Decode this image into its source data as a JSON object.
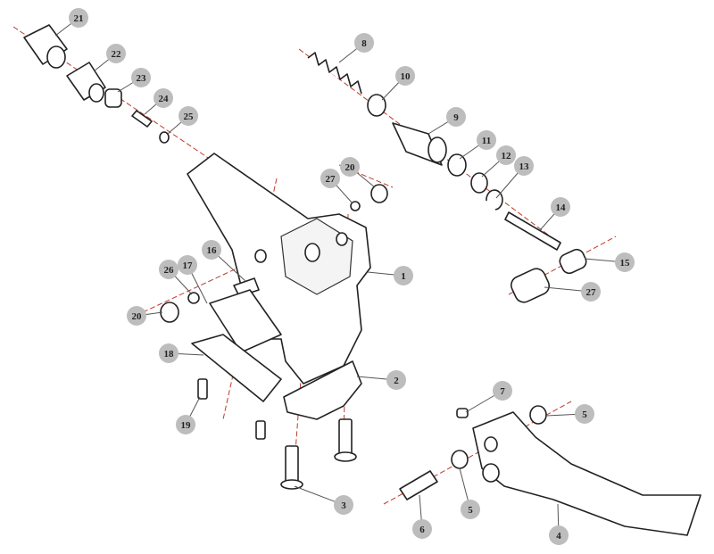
{
  "diagram": {
    "type": "exploded-parts-view",
    "callouts": [
      "21",
      "22",
      "23",
      "24",
      "25",
      "8",
      "10",
      "9",
      "11",
      "12",
      "13",
      "14",
      "15",
      "27",
      "20",
      "27",
      "16",
      "17",
      "26",
      "20",
      "1",
      "18",
      "19",
      "2",
      "3",
      "7",
      "5",
      "5",
      "6",
      "4"
    ],
    "colors": {
      "axis": "#c0392b",
      "callout_fill": "#bdbdbd",
      "outline": "#222222"
    }
  }
}
